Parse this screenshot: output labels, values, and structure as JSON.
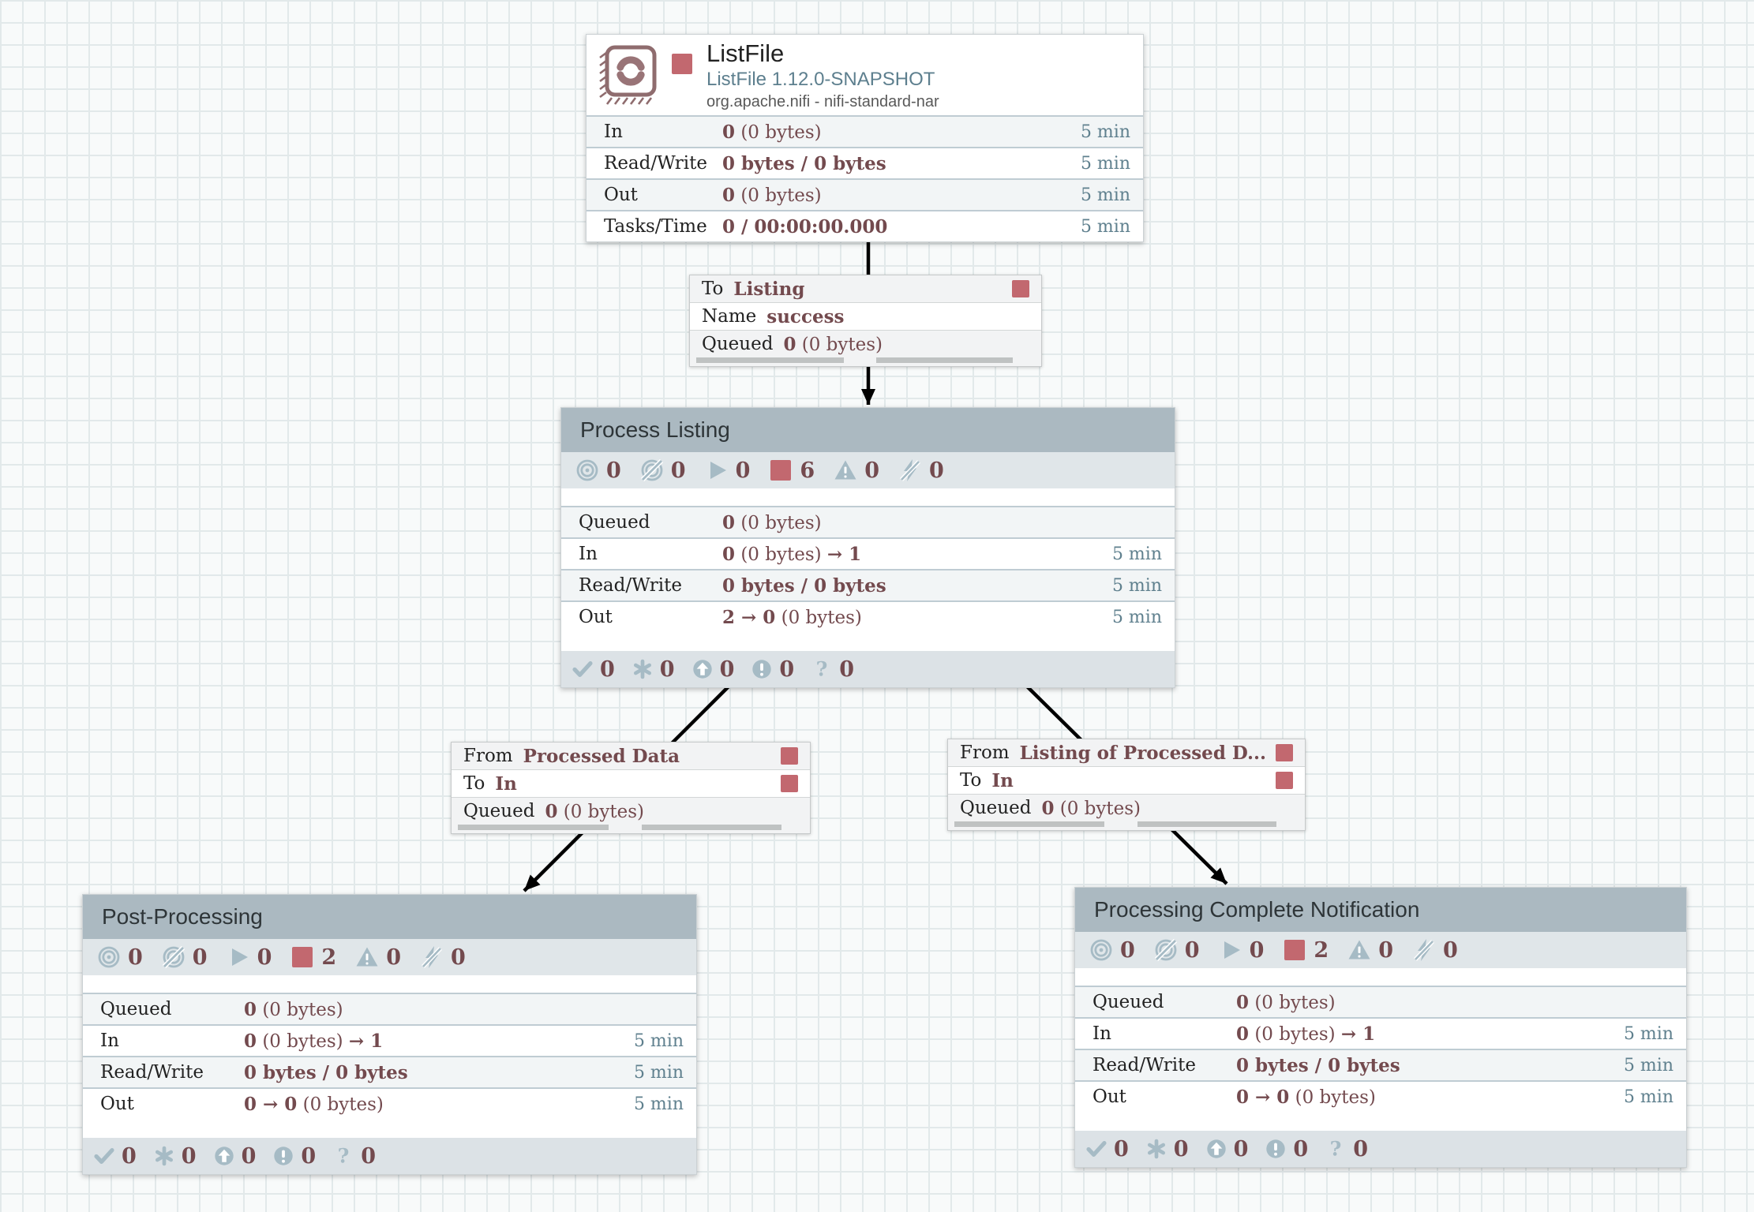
{
  "colors": {
    "canvas_bg": "#f8fafa",
    "grid_line": "#e2e9ea",
    "group_header": "#abb9c1",
    "row_alt": "#f2f5f6",
    "icon_strip": "#e0e6e9",
    "footer_strip": "#dce2e6",
    "stopped_red": "#c2686f",
    "status_blue_gray": "#a6bbc5",
    "stat_value_maroon": "#734a4e",
    "time_text": "#5f808e",
    "divider": "#bfccd3",
    "wire_black": "#000000",
    "processor_icon": "#8f6c6e",
    "type_link": "#5d7f8e",
    "bar_gray": "#bfc2c2"
  },
  "processor": {
    "name": "ListFile",
    "type": "ListFile 1.12.0-SNAPSHOT",
    "bundle": "org.apache.nifi - nifi-standard-nar",
    "state_icon": "stopped-icon",
    "stats": [
      {
        "label": "In",
        "segments": [
          {
            "t": "0",
            "b": true
          },
          {
            "t": " (0 bytes)",
            "b": false
          }
        ],
        "time": "5 min"
      },
      {
        "label": "Read/Write",
        "segments": [
          {
            "t": "0 bytes / 0 bytes",
            "b": true
          }
        ],
        "time": "5 min"
      },
      {
        "label": "Out",
        "segments": [
          {
            "t": "0",
            "b": true
          },
          {
            "t": " (0 bytes)",
            "b": false
          }
        ],
        "time": "5 min"
      },
      {
        "label": "Tasks/Time",
        "segments": [
          {
            "t": "0 / 00:00:00.000",
            "b": true
          }
        ],
        "time": "5 min"
      }
    ]
  },
  "connections": [
    {
      "rows": [
        {
          "label": "To",
          "segments": [
            {
              "t": "Listing",
              "b": true
            }
          ],
          "square": true
        },
        {
          "label": "Name",
          "segments": [
            {
              "t": "success",
              "b": true
            }
          ],
          "square": false
        },
        {
          "label": "Queued",
          "segments": [
            {
              "t": "0",
              "b": true
            },
            {
              "t": " (0 bytes)",
              "b": false
            }
          ],
          "square": false
        }
      ]
    },
    {
      "rows": [
        {
          "label": "From",
          "segments": [
            {
              "t": "Processed Data",
              "b": true
            }
          ],
          "square": true
        },
        {
          "label": "To",
          "segments": [
            {
              "t": "In",
              "b": true
            }
          ],
          "square": true
        },
        {
          "label": "Queued",
          "segments": [
            {
              "t": "0",
              "b": true
            },
            {
              "t": " (0 bytes)",
              "b": false
            }
          ],
          "square": false
        }
      ]
    },
    {
      "rows": [
        {
          "label": "From",
          "segments": [
            {
              "t": "Listing of Processed D...",
              "b": true
            }
          ],
          "square": true
        },
        {
          "label": "To",
          "segments": [
            {
              "t": "In",
              "b": true
            }
          ],
          "square": true
        },
        {
          "label": "Queued",
          "segments": [
            {
              "t": "0",
              "b": true
            },
            {
              "t": " (0 bytes)",
              "b": false
            }
          ],
          "square": false
        }
      ]
    }
  ],
  "groups": [
    {
      "name": "Process Listing",
      "status_counts": [
        {
          "icon": "transmitting-icon",
          "count": "0"
        },
        {
          "icon": "not-transmitting-icon",
          "count": "0"
        },
        {
          "icon": "running-icon",
          "count": "0"
        },
        {
          "icon": "stopped-icon",
          "count": "6"
        },
        {
          "icon": "invalid-icon",
          "count": "0"
        },
        {
          "icon": "disabled-icon",
          "count": "0"
        }
      ],
      "stats": [
        {
          "label": "Queued",
          "segments": [
            {
              "t": "0",
              "b": true
            },
            {
              "t": " (0 bytes)",
              "b": false
            }
          ],
          "time": ""
        },
        {
          "label": "In",
          "segments": [
            {
              "t": "0",
              "b": true
            },
            {
              "t": " (0 bytes) ",
              "b": false
            },
            {
              "t": "→ 1",
              "b": true
            }
          ],
          "time": "5 min"
        },
        {
          "label": "Read/Write",
          "segments": [
            {
              "t": "0 bytes / 0 bytes",
              "b": true
            }
          ],
          "time": "5 min"
        },
        {
          "label": "Out",
          "segments": [
            {
              "t": "2 → 0",
              "b": true
            },
            {
              "t": " (0 bytes)",
              "b": false
            }
          ],
          "time": "5 min"
        }
      ],
      "version_counts": [
        {
          "icon": "up-to-date-icon",
          "count": "0"
        },
        {
          "icon": "locally-modified-icon",
          "count": "0"
        },
        {
          "icon": "stale-icon",
          "count": "0"
        },
        {
          "icon": "locally-modified-stale-icon",
          "count": "0"
        },
        {
          "icon": "sync-failure-icon",
          "count": "0"
        }
      ]
    },
    {
      "name": "Post-Processing",
      "status_counts": [
        {
          "icon": "transmitting-icon",
          "count": "0"
        },
        {
          "icon": "not-transmitting-icon",
          "count": "0"
        },
        {
          "icon": "running-icon",
          "count": "0"
        },
        {
          "icon": "stopped-icon",
          "count": "2"
        },
        {
          "icon": "invalid-icon",
          "count": "0"
        },
        {
          "icon": "disabled-icon",
          "count": "0"
        }
      ],
      "stats": [
        {
          "label": "Queued",
          "segments": [
            {
              "t": "0",
              "b": true
            },
            {
              "t": " (0 bytes)",
              "b": false
            }
          ],
          "time": ""
        },
        {
          "label": "In",
          "segments": [
            {
              "t": "0",
              "b": true
            },
            {
              "t": " (0 bytes) ",
              "b": false
            },
            {
              "t": "→ 1",
              "b": true
            }
          ],
          "time": "5 min"
        },
        {
          "label": "Read/Write",
          "segments": [
            {
              "t": "0 bytes / 0 bytes",
              "b": true
            }
          ],
          "time": "5 min"
        },
        {
          "label": "Out",
          "segments": [
            {
              "t": "0 → 0",
              "b": true
            },
            {
              "t": " (0 bytes)",
              "b": false
            }
          ],
          "time": "5 min"
        }
      ],
      "version_counts": [
        {
          "icon": "up-to-date-icon",
          "count": "0"
        },
        {
          "icon": "locally-modified-icon",
          "count": "0"
        },
        {
          "icon": "stale-icon",
          "count": "0"
        },
        {
          "icon": "locally-modified-stale-icon",
          "count": "0"
        },
        {
          "icon": "sync-failure-icon",
          "count": "0"
        }
      ]
    },
    {
      "name": "Processing Complete Notification",
      "status_counts": [
        {
          "icon": "transmitting-icon",
          "count": "0"
        },
        {
          "icon": "not-transmitting-icon",
          "count": "0"
        },
        {
          "icon": "running-icon",
          "count": "0"
        },
        {
          "icon": "stopped-icon",
          "count": "2"
        },
        {
          "icon": "invalid-icon",
          "count": "0"
        },
        {
          "icon": "disabled-icon",
          "count": "0"
        }
      ],
      "stats": [
        {
          "label": "Queued",
          "segments": [
            {
              "t": "0",
              "b": true
            },
            {
              "t": " (0 bytes)",
              "b": false
            }
          ],
          "time": ""
        },
        {
          "label": "In",
          "segments": [
            {
              "t": "0",
              "b": true
            },
            {
              "t": " (0 bytes) ",
              "b": false
            },
            {
              "t": "→ 1",
              "b": true
            }
          ],
          "time": "5 min"
        },
        {
          "label": "Read/Write",
          "segments": [
            {
              "t": "0 bytes / 0 bytes",
              "b": true
            }
          ],
          "time": "5 min"
        },
        {
          "label": "Out",
          "segments": [
            {
              "t": "0 → 0",
              "b": true
            },
            {
              "t": " (0 bytes)",
              "b": false
            }
          ],
          "time": "5 min"
        }
      ],
      "version_counts": [
        {
          "icon": "up-to-date-icon",
          "count": "0"
        },
        {
          "icon": "locally-modified-icon",
          "count": "0"
        },
        {
          "icon": "stale-icon",
          "count": "0"
        },
        {
          "icon": "locally-modified-stale-icon",
          "count": "0"
        },
        {
          "icon": "sync-failure-icon",
          "count": "0"
        }
      ]
    }
  ]
}
